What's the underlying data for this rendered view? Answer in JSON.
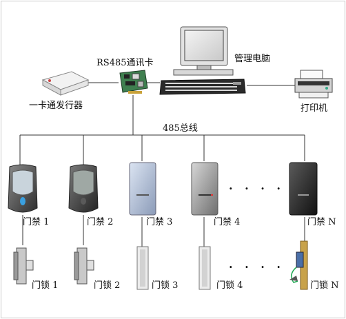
{
  "labels": {
    "rs485_card": "RS485通讯卡",
    "pc": "管理电脑",
    "issuer": "一卡通发行器",
    "printer": "打印机",
    "bus": "485总线",
    "readers": [
      "门禁 1",
      "门禁 2",
      "门禁 3",
      "门禁 4",
      "门禁 N"
    ],
    "locks": [
      "门锁 1",
      "门锁 2",
      "门锁 3",
      "门锁 4",
      "门锁 N"
    ],
    "ellipsis_readers": "· · · ·",
    "ellipsis_locks": "· · · ·"
  },
  "reader_models": [
    "dark-gray-reader",
    "dark-gray-reader",
    "silver-reader",
    "gray-reader",
    "black-reader"
  ],
  "lock_models": [
    "bolt-lock",
    "bolt-lock",
    "magnetic-lock",
    "magnetic-lock",
    "electric-strike-lock"
  ]
}
